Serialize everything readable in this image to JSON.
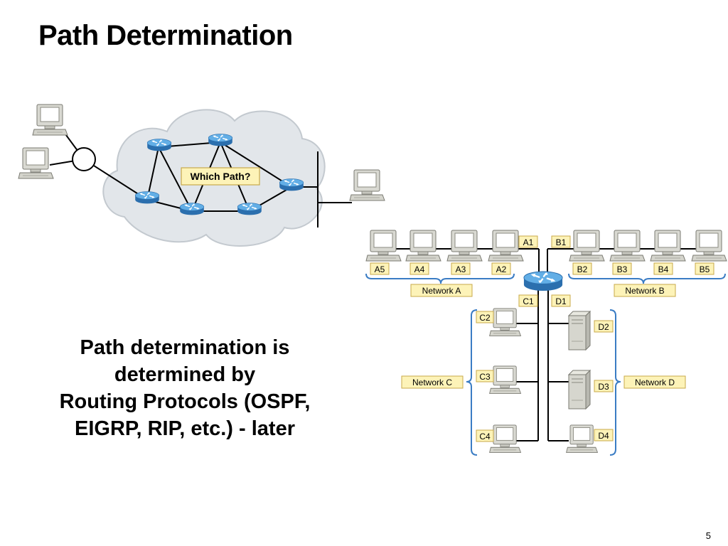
{
  "slide": {
    "title": "Path Determination",
    "body_lines": [
      "Path determination is",
      "determined by",
      "Routing Protocols (OSPF,",
      "EIGRP, RIP, etc.) - later"
    ],
    "page_number": "5"
  },
  "diagram_cloud": {
    "callout": "Which Path?"
  },
  "diagram_router": {
    "ports": {
      "a1": "A1",
      "b1": "B1",
      "c1": "C1",
      "d1": "D1"
    },
    "hosts_a": [
      "A5",
      "A4",
      "A3",
      "A2"
    ],
    "hosts_b": [
      "B2",
      "B3",
      "B4",
      "B5"
    ],
    "hosts_c": [
      "C2",
      "C3",
      "C4"
    ],
    "hosts_d": [
      "D2",
      "D3",
      "D4"
    ],
    "networks": {
      "a": "Network A",
      "b": "Network B",
      "c": "Network C",
      "d": "Network D"
    }
  },
  "colors": {
    "label_fill": "#fdf3b8",
    "label_stroke": "#c8a94a",
    "cloud_fill": "#e2e6ea",
    "router_blue": "#3d8fd1",
    "bracket_blue": "#3a7cc4"
  }
}
